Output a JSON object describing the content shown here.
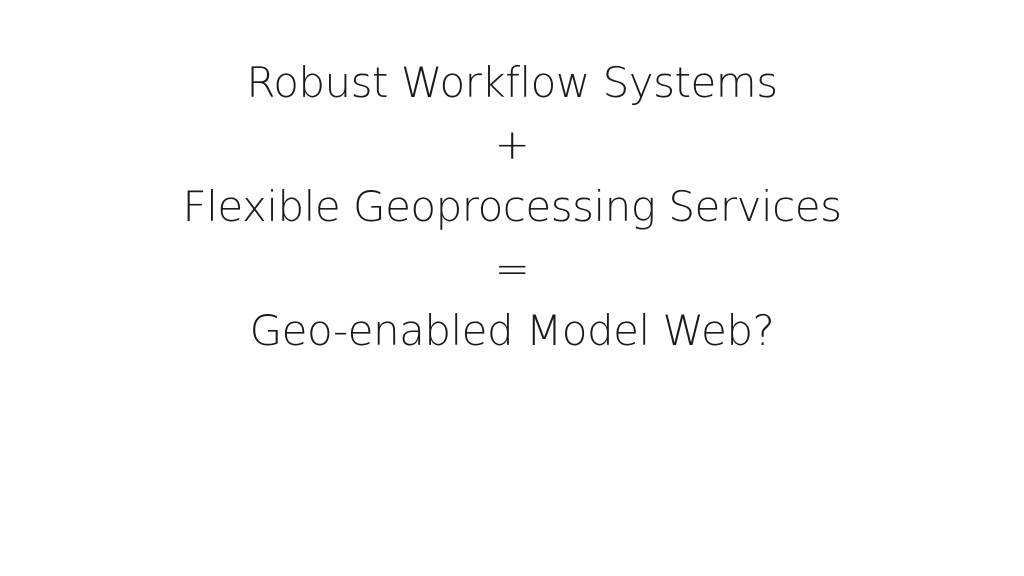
{
  "slide": {
    "title_lines": [
      "Robust Workflow Systems",
      "+",
      "Flexible Geoprocessing Services",
      "=",
      "Geo-enabled Model Web?"
    ]
  }
}
